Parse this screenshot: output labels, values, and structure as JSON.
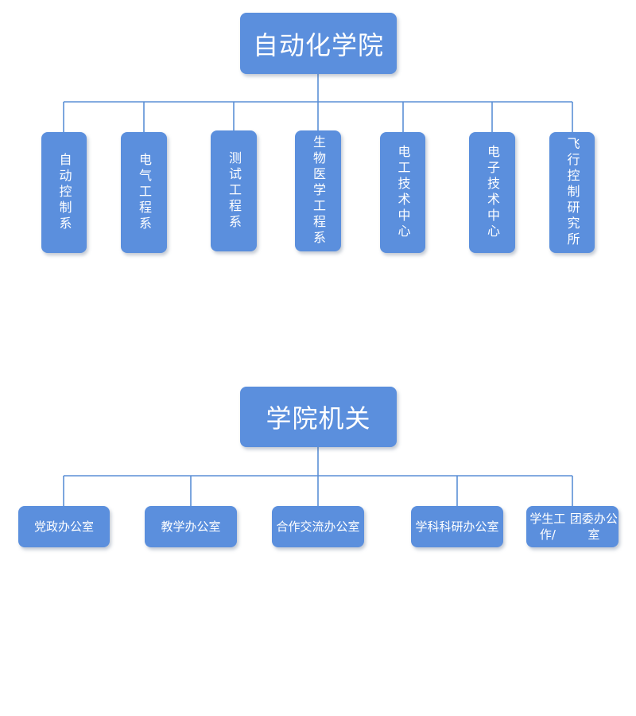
{
  "diagram": {
    "top": {
      "root": "自动化学院",
      "children": [
        "自动控制系",
        "电气工程系",
        "测试工程系",
        "生物医学工程系",
        "电工技术中心",
        "电子技术中心",
        "飞行控制研究所"
      ]
    },
    "bottom": {
      "root": "学院机关",
      "children": [
        [
          "党政办公室"
        ],
        [
          "教学办公室"
        ],
        [
          "合作交流",
          "办公室"
        ],
        [
          "学科科研",
          "办公室"
        ],
        [
          "学生工作/",
          "团委办公室"
        ]
      ]
    }
  },
  "colors": {
    "node_fill": "#5b8fdd",
    "connector": "#5b8fd6",
    "text": "#ffffff"
  }
}
